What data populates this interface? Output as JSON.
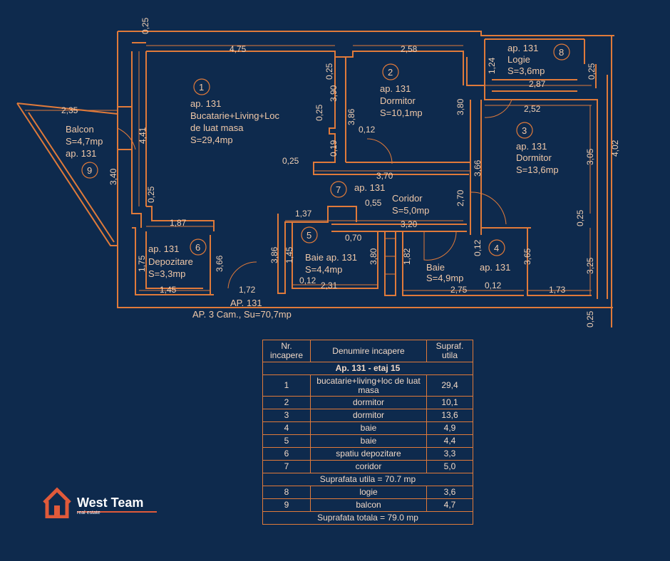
{
  "colors": {
    "background": "#0e2a4d",
    "lines": "#e07a3a",
    "text": "#f0c8a8",
    "logo_accent": "#e05a3a"
  },
  "rooms": [
    {
      "num": "1",
      "lines": [
        "ap. 131",
        "Bucatarie+Living+Loc",
        "de luat masa",
        "S=29,4mp"
      ]
    },
    {
      "num": "2",
      "lines": [
        "ap. 131",
        "Dormitor",
        "S=10,1mp"
      ]
    },
    {
      "num": "3",
      "lines": [
        "ap. 131",
        "Dormitor",
        "S=13,6mp"
      ]
    },
    {
      "num": "4",
      "lines": [
        "ap. 131"
      ]
    },
    {
      "num": "5",
      "lines": [
        "Baie ap. 131",
        "S=4,4mp"
      ]
    },
    {
      "num": "6",
      "lines": [
        "ap. 131",
        "Depozitare",
        "S=3,3mp"
      ]
    },
    {
      "num": "7",
      "lines": [
        "ap. 131",
        "Coridor",
        "S=5,0mp"
      ]
    },
    {
      "num": "8",
      "lines": [
        "ap. 131",
        "Logie",
        "S=3,6mp"
      ]
    },
    {
      "num": "9",
      "lines": [
        "Balcon",
        "S=4,7mp",
        "ap. 131"
      ]
    }
  ],
  "baie4_label": [
    "Baie",
    "S=4,9mp"
  ],
  "footer": [
    "AP. 131",
    "AP. 3 Cam., Su=70,7mp"
  ],
  "dimensions": [
    "0,25",
    "4,75",
    "2,58",
    "1,24",
    "0,25",
    "2,87",
    "2,52",
    "2,35",
    "4,41",
    "0,25",
    "3,90",
    "0,25",
    "3,86",
    "0,12",
    "0,19",
    "0,25",
    "3,70",
    "3,80",
    "3,66",
    "3,05",
    "4,02",
    "3,40",
    "0,25",
    "2,70",
    "0,55",
    "1,37",
    "0,70",
    "3,20",
    "1,87",
    "1,75",
    "3,66",
    "3,86",
    "1,45",
    "0,12",
    "2,31",
    "3,80",
    "1,82",
    "0,12",
    "3,65",
    "0,25",
    "3,25",
    "1,45",
    "1,72",
    "2,75",
    "0,12",
    "1,73",
    "0,25"
  ],
  "table": {
    "headers": [
      "Nr. incapere",
      "Denumire incapere",
      "Supraf. utila"
    ],
    "section": "Ap. 131 - etaj 15",
    "rows": [
      {
        "nr": "1",
        "name": "bucatarie+living+loc de luat masa",
        "area": "29,4"
      },
      {
        "nr": "2",
        "name": "dormitor",
        "area": "10,1"
      },
      {
        "nr": "3",
        "name": "dormitor",
        "area": "13,6"
      },
      {
        "nr": "4",
        "name": "baie",
        "area": "4,9"
      },
      {
        "nr": "5",
        "name": "baie",
        "area": "4,4"
      },
      {
        "nr": "6",
        "name": "spatiu depozitare",
        "area": "3,3"
      },
      {
        "nr": "7",
        "name": "coridor",
        "area": "5,0"
      }
    ],
    "subtotal": "Suprafata utila = 70.7 mp",
    "extra_rows": [
      {
        "nr": "8",
        "name": "logie",
        "area": "3,6"
      },
      {
        "nr": "9",
        "name": "balcon",
        "area": "4,7"
      }
    ],
    "total": "Suprafata totala = 79.0 mp"
  },
  "logo": {
    "brand": "West Team",
    "subtitle": "real estate",
    "icon": "house-icon"
  }
}
